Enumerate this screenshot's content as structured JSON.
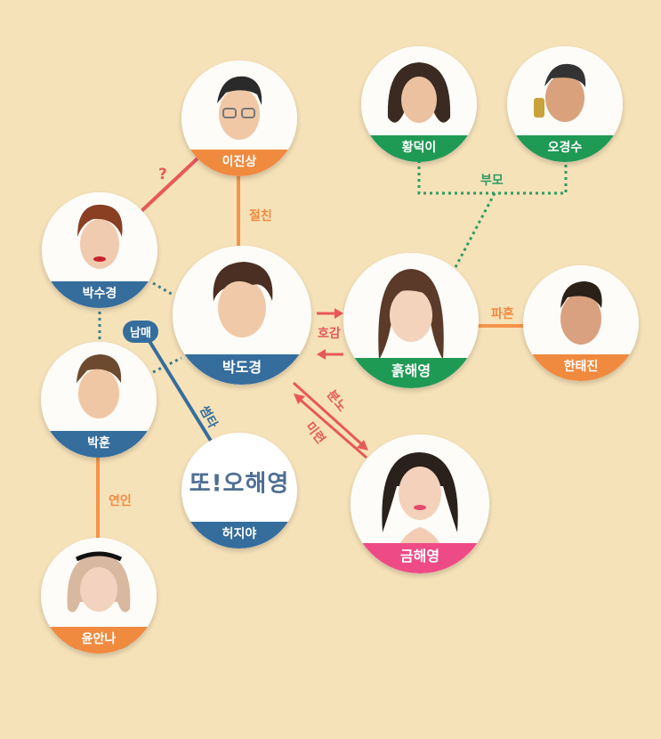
{
  "characters": {
    "lee_jinsang": "이진상",
    "hwang_deoki": "황덕이",
    "oh_gyeongsu": "오경수",
    "park_sugyeong": "박수경",
    "park_dogyeong": "박도경",
    "heuk_haeyoung": "흙해영",
    "han_taejin": "한태진",
    "park_hun": "박훈",
    "heo_jiya": "허지야",
    "geum_haeyoung": "금해영",
    "yun_anna": "윤안나"
  },
  "relations": {
    "question": "?",
    "best_friend": "절친",
    "parents": "부모",
    "favor": "호감",
    "broken_engagement": "파혼",
    "siblings": "남매",
    "crush": "썸타",
    "anger": "분노",
    "lingering": "미련",
    "lovers": "연인"
  },
  "logo_text": "또!오해영",
  "colors": {
    "background": "#f6e2b9",
    "orange_band": "#f08a3e",
    "green_band": "#1f9a55",
    "blue_band": "#356d9c",
    "pink_band": "#ee4b86",
    "line_orange": "#f4944a",
    "line_red": "#e8585a",
    "line_teal": "#3f7d86",
    "line_green": "#2e9a62"
  }
}
